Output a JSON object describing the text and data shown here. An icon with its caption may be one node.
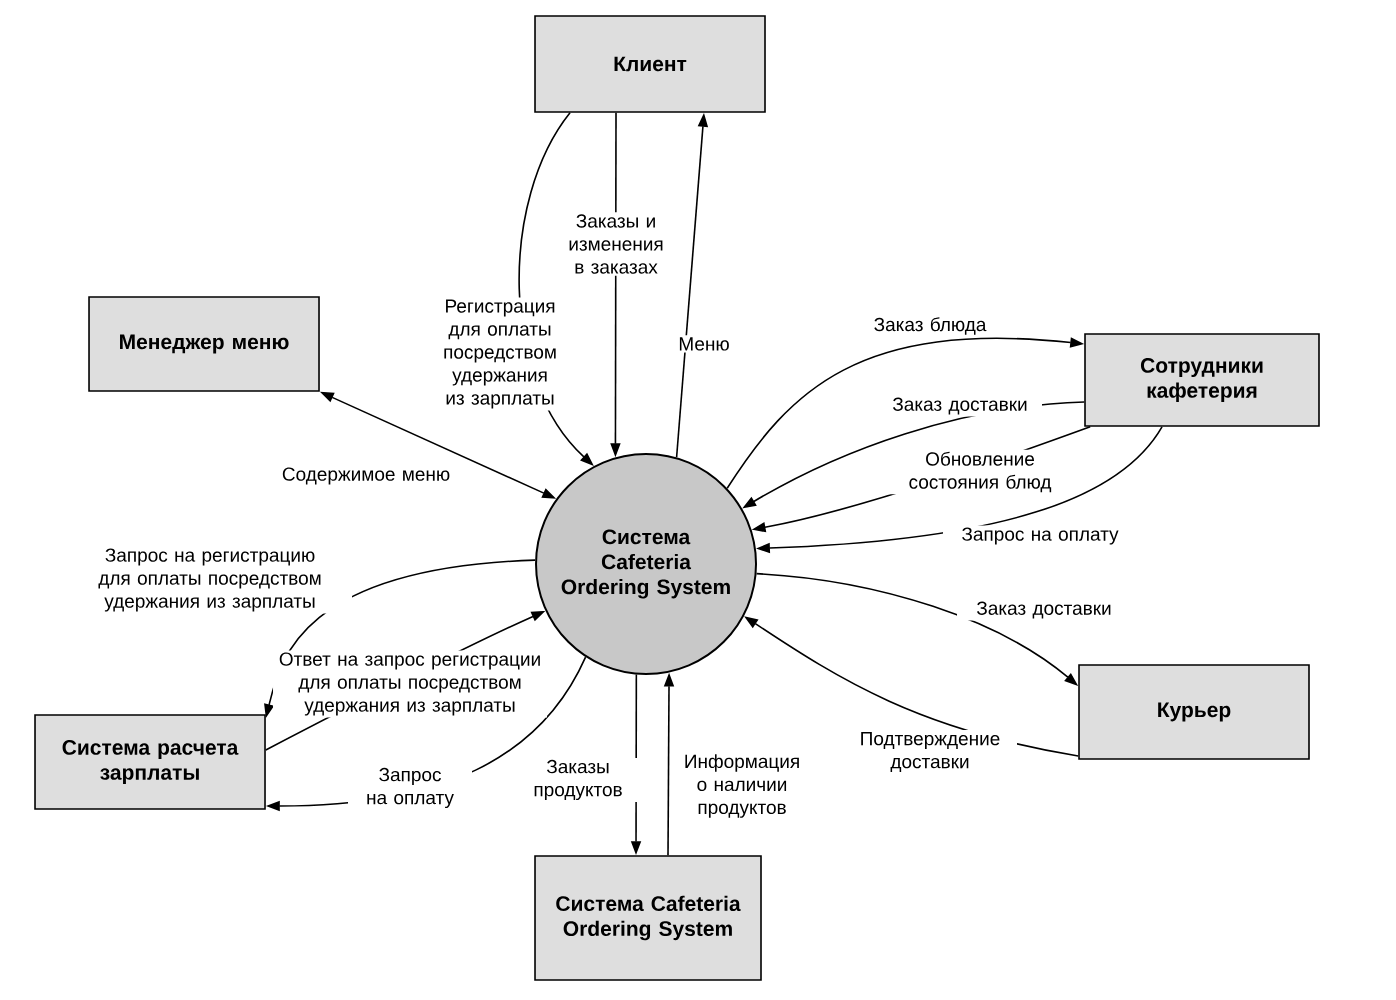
{
  "diagram": {
    "nodes": [
      {
        "text": [
          "Клиент"
        ]
      },
      {
        "text": [
          "Менеджер меню"
        ]
      },
      {
        "text": [
          "Сотрудники кафетерия"
        ]
      },
      {
        "text": [
          "Система Cafeteria Ordering System"
        ]
      },
      {
        "text": [
          "Курьер"
        ]
      },
      {
        "text": [
          "Система расчета зарплаты"
        ]
      },
      {
        "text": [
          "Система Cafeteria Ordering System"
        ]
      }
    ],
    "edges": [
      {
        "from": 0,
        "to": 3,
        "arrow": "to",
        "label": "Заказы и изменения в заказах"
      },
      {
        "from": 0,
        "to": 3,
        "arrow": "to",
        "label": "Регистрация для оплаты посредством удержания из зарплаты"
      },
      {
        "from": 3,
        "to": 0,
        "arrow": "to",
        "label": "Меню"
      },
      {
        "from": 1,
        "to": 3,
        "arrow": "both",
        "label": "Содержимое меню"
      },
      {
        "from": 3,
        "to": 2,
        "arrow": "to",
        "label": "Заказ блюда"
      },
      {
        "from": 2,
        "to": 3,
        "arrow": "to",
        "label": "Заказ доставки"
      },
      {
        "from": 2,
        "to": 3,
        "arrow": "to",
        "label": "Обновление состояния блюд"
      },
      {
        "from": 2,
        "to": 3,
        "arrow": "to",
        "label": "Запрос на оплату"
      },
      {
        "from": 3,
        "to": 4,
        "arrow": "to",
        "label": "Заказ доставки"
      },
      {
        "from": 4,
        "to": 3,
        "arrow": "to",
        "label": "Подтверждение доставки"
      },
      {
        "from": 3,
        "to": 5,
        "arrow": "to",
        "label": "Запрос на регистрацию для оплаты посредством удержания из зарплаты"
      },
      {
        "from": 5,
        "to": 3,
        "arrow": "to",
        "label": "Ответ на запрос регистрации для оплаты посредством удержания из зарплаты"
      },
      {
        "from": 3,
        "to": 5,
        "arrow": "to",
        "label": "Запрос на оплату"
      },
      {
        "from": 3,
        "to": 6,
        "arrow": "to",
        "label": "Заказы продуктов"
      },
      {
        "from": 6,
        "to": 3,
        "arrow": "to",
        "label": "Информация о наличии продуктов"
      }
    ]
  }
}
